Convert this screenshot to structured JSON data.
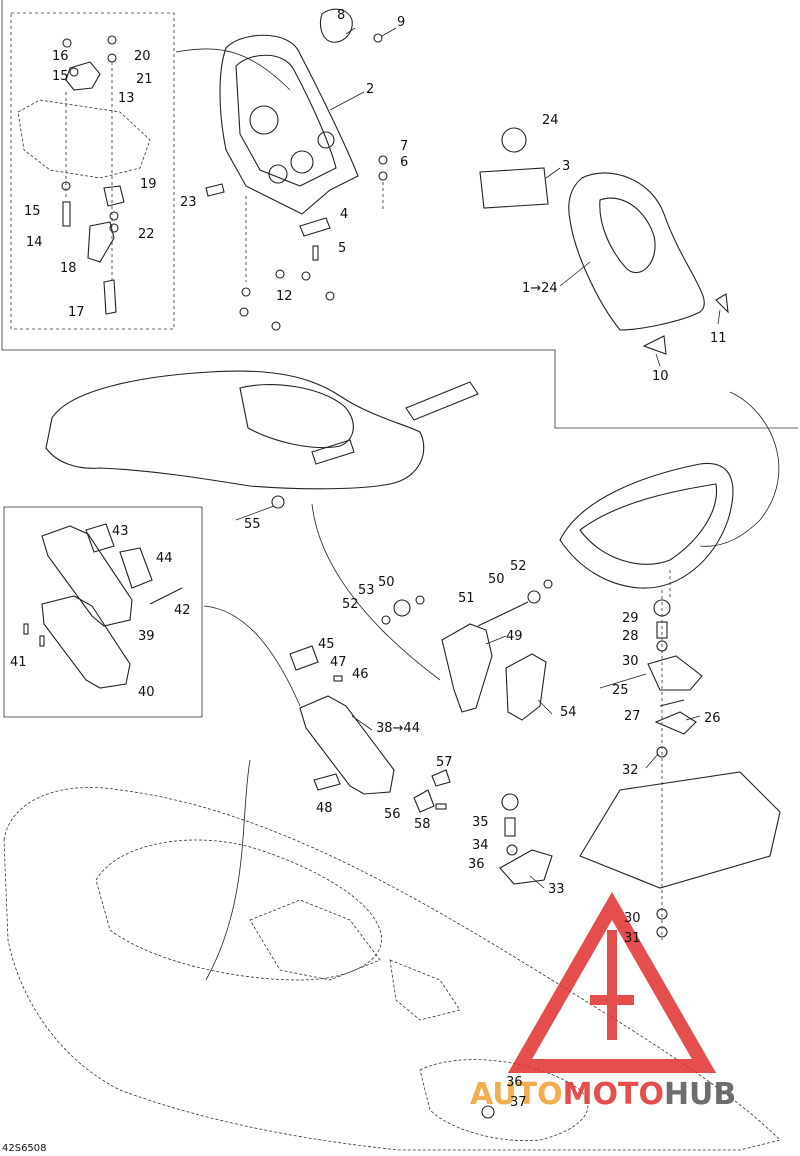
{
  "diagram": {
    "reference_code": "42S6508",
    "callouts": {
      "c1_24": "1→24",
      "c2": "2",
      "c3": "3",
      "c4": "4",
      "c5": "5",
      "c6": "6",
      "c7": "7",
      "c8": "8",
      "c9": "9",
      "c10": "10",
      "c11": "11",
      "c12": "12",
      "c13": "13",
      "c14": "14",
      "c15a": "15",
      "c15b": "15",
      "c16": "16",
      "c17": "17",
      "c18": "18",
      "c19": "19",
      "c20": "20",
      "c21": "21",
      "c22": "22",
      "c23": "23",
      "c24": "24",
      "c25": "25",
      "c26": "26",
      "c27": "27",
      "c28": "28",
      "c29": "29",
      "c30a": "30",
      "c30b": "30",
      "c31": "31",
      "c32": "32",
      "c33": "33",
      "c34": "34",
      "c35": "35",
      "c36a": "36",
      "c36b": "36",
      "c37": "37",
      "c38_44": "38→44",
      "c39": "39",
      "c40": "40",
      "c41": "41",
      "c42": "42",
      "c43": "43",
      "c44": "44",
      "c45": "45",
      "c46": "46",
      "c47": "47",
      "c48": "48",
      "c49": "49",
      "c50a": "50",
      "c50b": "50",
      "c51": "51",
      "c52a": "52",
      "c52b": "52",
      "c53": "53",
      "c54": "54",
      "c55": "55",
      "c56": "56",
      "c57": "57",
      "c58": "58"
    }
  },
  "watermark": {
    "part1": "AUTO",
    "part2": "MOTO",
    "part3": "HUB",
    "color_primary": "#e0302e",
    "color_secondary": "#f0a030",
    "color_dark": "#555555"
  }
}
